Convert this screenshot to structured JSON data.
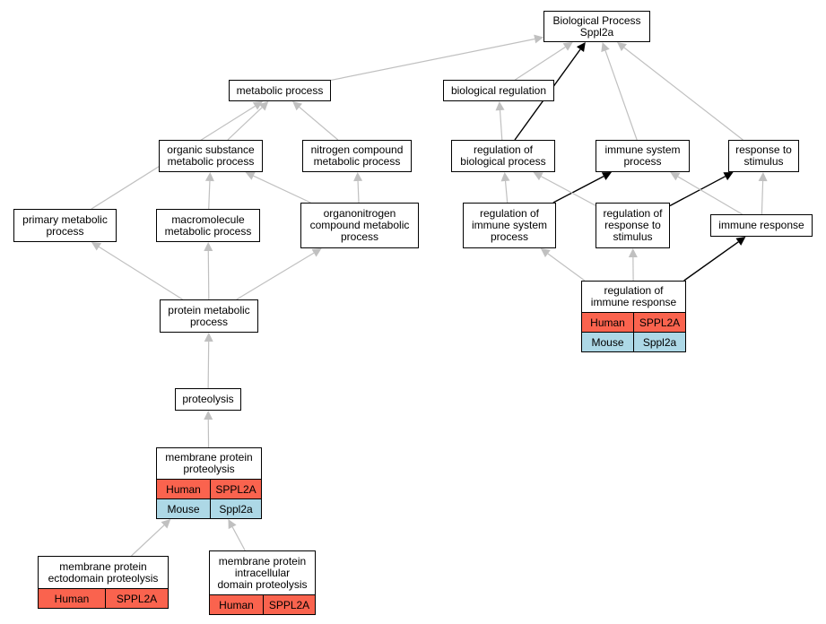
{
  "colors": {
    "human": "#FA634E",
    "mouse": "#ADD8E6",
    "edge_grey": "#C0C0C0",
    "edge_black": "#000000"
  },
  "nodes": {
    "biological_process": {
      "label": "Biological Process\nSppl2a"
    },
    "metabolic_process": {
      "label": "metabolic process"
    },
    "biological_regulation": {
      "label": "biological regulation"
    },
    "organic_substance_metabolic": {
      "label": "organic substance\nmetabolic process"
    },
    "nitrogen_compound_metabolic": {
      "label": "nitrogen compound\nmetabolic process"
    },
    "regulation_of_biological_process": {
      "label": "regulation of\nbiological process"
    },
    "immune_system_process": {
      "label": "immune system\nprocess"
    },
    "response_to_stimulus": {
      "label": "response to\nstimulus"
    },
    "primary_metabolic": {
      "label": "primary metabolic\nprocess"
    },
    "macromolecule_metabolic": {
      "label": "macromolecule\nmetabolic process"
    },
    "organonitrogen_compound_metabolic": {
      "label": "organonitrogen\ncompound metabolic\nprocess"
    },
    "regulation_of_immune_system_process": {
      "label": "regulation of\nimmune system\nprocess"
    },
    "regulation_of_response_to_stimulus": {
      "label": "regulation of\nresponse to\nstimulus"
    },
    "immune_response": {
      "label": "immune response"
    },
    "regulation_of_immune_response": {
      "label": "regulation of\nimmune response",
      "genes": [
        {
          "species": "Human",
          "gene": "SPPL2A"
        },
        {
          "species": "Mouse",
          "gene": "Sppl2a"
        }
      ]
    },
    "protein_metabolic": {
      "label": "protein metabolic\nprocess"
    },
    "proteolysis": {
      "label": "proteolysis"
    },
    "membrane_protein_proteolysis": {
      "label": "membrane protein\nproteolysis",
      "genes": [
        {
          "species": "Human",
          "gene": "SPPL2A"
        },
        {
          "species": "Mouse",
          "gene": "Sppl2a"
        }
      ]
    },
    "membrane_protein_ectodomain_proteolysis": {
      "label": "membrane protein\nectodomain proteolysis",
      "genes": [
        {
          "species": "Human",
          "gene": "SPPL2A"
        }
      ]
    },
    "membrane_protein_intracellular_domain_proteolysis": {
      "label": "membrane protein\nintracellular\ndomain proteolysis",
      "genes": [
        {
          "species": "Human",
          "gene": "SPPL2A"
        }
      ]
    }
  },
  "edges": [
    {
      "from": "metabolic_process",
      "to": "biological_process",
      "style": "grey"
    },
    {
      "from": "biological_regulation",
      "to": "biological_process",
      "style": "grey"
    },
    {
      "from": "regulation_of_biological_process",
      "to": "biological_process",
      "style": "black"
    },
    {
      "from": "immune_system_process",
      "to": "biological_process",
      "style": "grey"
    },
    {
      "from": "response_to_stimulus",
      "to": "biological_process",
      "style": "grey"
    },
    {
      "from": "organic_substance_metabolic",
      "to": "metabolic_process",
      "style": "grey"
    },
    {
      "from": "nitrogen_compound_metabolic",
      "to": "metabolic_process",
      "style": "grey"
    },
    {
      "from": "primary_metabolic",
      "to": "metabolic_process",
      "style": "grey"
    },
    {
      "from": "regulation_of_biological_process",
      "to": "biological_regulation",
      "style": "grey"
    },
    {
      "from": "macromolecule_metabolic",
      "to": "organic_substance_metabolic",
      "style": "grey"
    },
    {
      "from": "organonitrogen_compound_metabolic",
      "to": "organic_substance_metabolic",
      "style": "grey"
    },
    {
      "from": "organonitrogen_compound_metabolic",
      "to": "nitrogen_compound_metabolic",
      "style": "grey"
    },
    {
      "from": "regulation_of_immune_system_process",
      "to": "regulation_of_biological_process",
      "style": "grey"
    },
    {
      "from": "regulation_of_immune_system_process",
      "to": "immune_system_process",
      "style": "black"
    },
    {
      "from": "regulation_of_response_to_stimulus",
      "to": "regulation_of_biological_process",
      "style": "grey"
    },
    {
      "from": "regulation_of_response_to_stimulus",
      "to": "response_to_stimulus",
      "style": "black"
    },
    {
      "from": "immune_response",
      "to": "immune_system_process",
      "style": "grey"
    },
    {
      "from": "immune_response",
      "to": "response_to_stimulus",
      "style": "grey"
    },
    {
      "from": "regulation_of_immune_response",
      "to": "regulation_of_immune_system_process",
      "style": "grey"
    },
    {
      "from": "regulation_of_immune_response",
      "to": "regulation_of_response_to_stimulus",
      "style": "grey"
    },
    {
      "from": "regulation_of_immune_response",
      "to": "immune_response",
      "style": "black"
    },
    {
      "from": "protein_metabolic",
      "to": "primary_metabolic",
      "style": "grey"
    },
    {
      "from": "protein_metabolic",
      "to": "macromolecule_metabolic",
      "style": "grey"
    },
    {
      "from": "protein_metabolic",
      "to": "organonitrogen_compound_metabolic",
      "style": "grey"
    },
    {
      "from": "proteolysis",
      "to": "protein_metabolic",
      "style": "grey"
    },
    {
      "from": "membrane_protein_proteolysis",
      "to": "proteolysis",
      "style": "grey"
    },
    {
      "from": "membrane_protein_ectodomain_proteolysis",
      "to": "membrane_protein_proteolysis",
      "style": "grey"
    },
    {
      "from": "membrane_protein_intracellular_domain_proteolysis",
      "to": "membrane_protein_proteolysis",
      "style": "grey"
    }
  ]
}
